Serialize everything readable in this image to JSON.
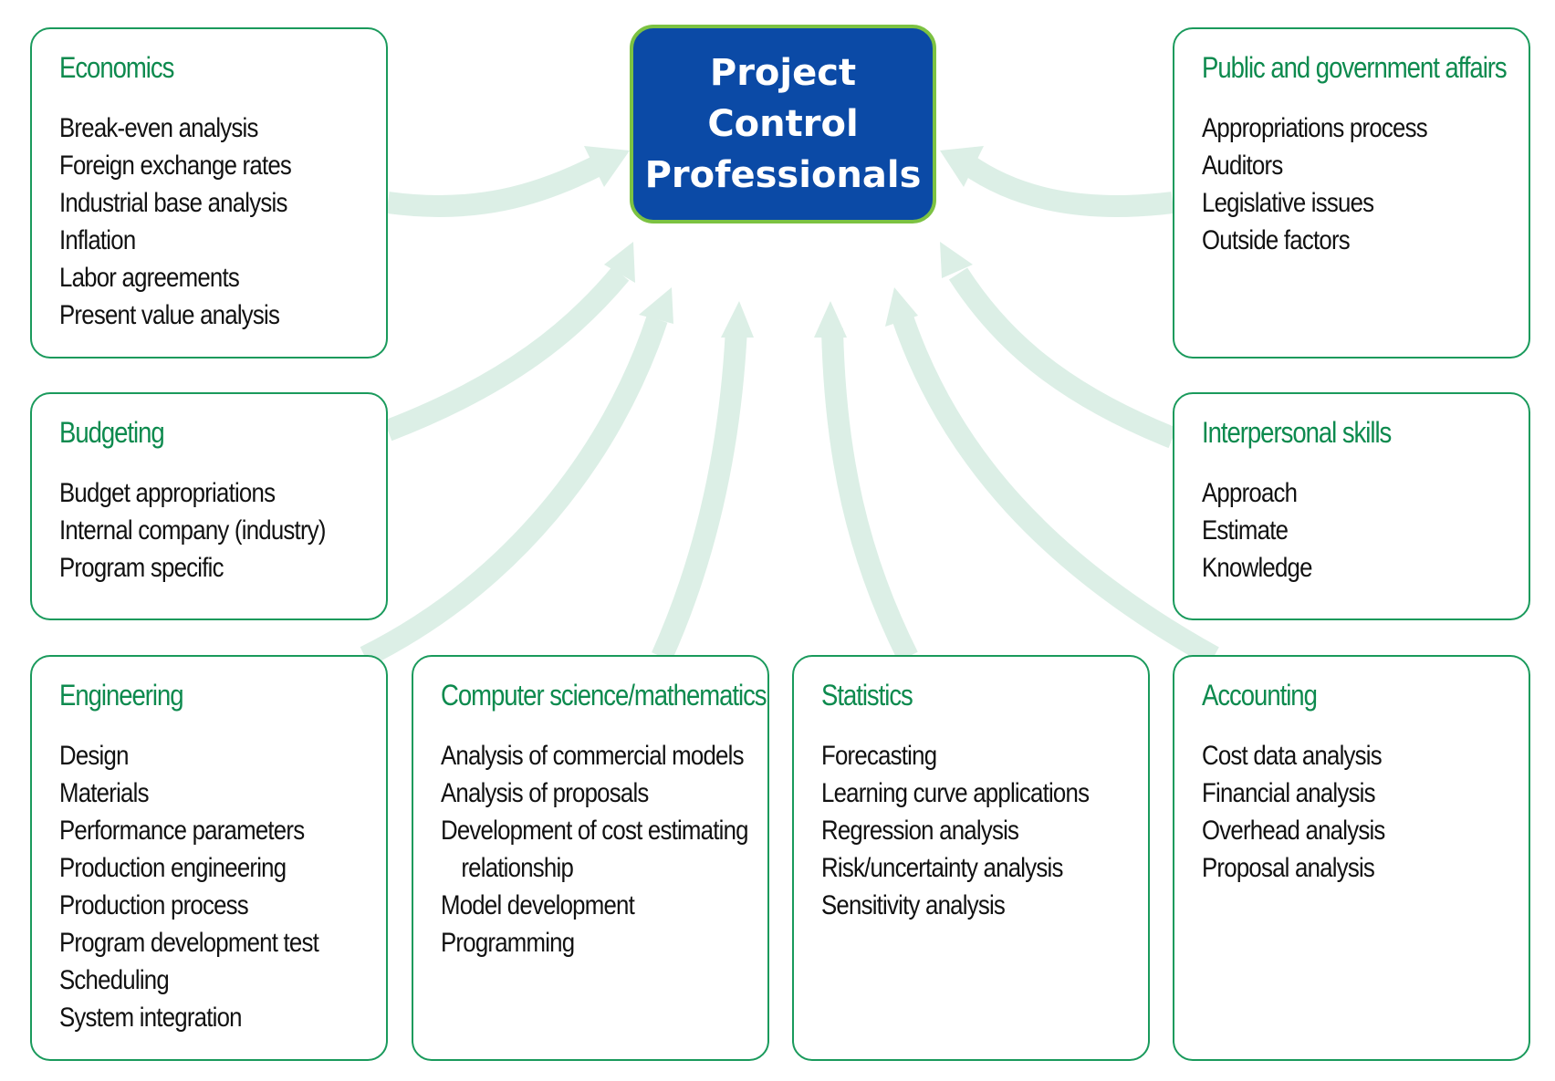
{
  "center": {
    "lines": [
      "Project",
      "Control",
      "Professionals"
    ]
  },
  "boxes": [
    {
      "id": "economics",
      "title": "Economics",
      "items": [
        "Break-even analysis",
        "Foreign exchange rates",
        "Industrial base analysis",
        "Inflation",
        "Labor agreements",
        "Present value analysis"
      ]
    },
    {
      "id": "public-affairs",
      "title": "Public and government affairs",
      "items": [
        "Appropriations process",
        "Auditors",
        "Legislative issues",
        "Outside factors"
      ]
    },
    {
      "id": "budgeting",
      "title": "Budgeting",
      "items": [
        "Budget appropriations",
        "Internal company (industry)",
        "Program specific"
      ]
    },
    {
      "id": "interpersonal",
      "title": "Interpersonal skills",
      "items": [
        "Approach",
        "Estimate",
        "Knowledge"
      ]
    },
    {
      "id": "engineering",
      "title": "Engineering",
      "items": [
        "Design",
        "Materials",
        "Performance parameters",
        "Production engineering",
        "Production process",
        "Program development test",
        "Scheduling",
        "System integration"
      ]
    },
    {
      "id": "computer-science",
      "title": "Computer science/mathematics",
      "items": [
        "Analysis of commercial models",
        "Analysis of proposals",
        "Development of cost estimating",
        "relationship",
        "Model development",
        "Programming"
      ]
    },
    {
      "id": "statistics",
      "title": "Statistics",
      "items": [
        "Forecasting",
        "Learning curve applications",
        "Regression analysis",
        "Risk/uncertainty analysis",
        "Sensitivity analysis"
      ]
    },
    {
      "id": "accounting",
      "title": "Accounting",
      "items": [
        "Cost data analysis",
        "Financial analysis",
        "Overhead analysis",
        "Proposal analysis"
      ]
    }
  ],
  "colors": {
    "accent": "#0d8a4e",
    "border": "#1a9a5c",
    "center_fill": "#0b4aa6",
    "center_border": "#7cc242",
    "arrow": "#dcefe6"
  }
}
